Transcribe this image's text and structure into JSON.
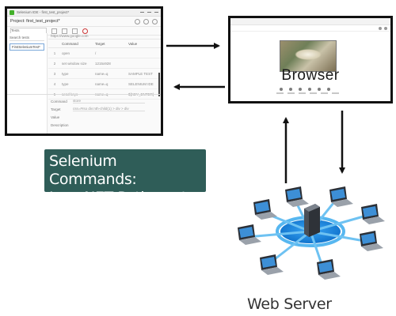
{
  "ide": {
    "window_title": "Selenium IDE - first_test_project*",
    "project_label": "Project: first_test_project*",
    "tests_dropdown": "Tests",
    "search_placeholder": "Search tests",
    "test_item": "FirstSeleniumTest*",
    "url": "https://www.google.com",
    "columns": [
      "Command",
      "Target",
      "Value"
    ],
    "rows": [
      {
        "n": "1",
        "command": "open",
        "target": "/",
        "value": ""
      },
      {
        "n": "2",
        "command": "set window size",
        "target": "1215x928",
        "value": ""
      },
      {
        "n": "3",
        "command": "type",
        "target": "name=q",
        "value": "SAMPLE TEST"
      },
      {
        "n": "4",
        "command": "type",
        "target": "name=q",
        "value": "SELENIUM IDE"
      },
      {
        "n": "5",
        "command": "send keys",
        "target": "name=q",
        "value": "${KEY_ENTER}"
      }
    ],
    "form": {
      "command_label": "Command",
      "command_value": "store",
      "target_label": "Target",
      "target_value": "css=#rso div:nth-child(1) > div > div",
      "value_label": "Value",
      "description_label": "Description"
    }
  },
  "browser": {
    "label": "Browser"
  },
  "commands_box": {
    "line1": "Selenium Commands:",
    "line2": "Java,NET,Python,etc."
  },
  "server": {
    "label": "Web Server",
    "client_count": 8
  },
  "colors": {
    "commands_bg": "#2f5d58",
    "hub_blue": "#1f8fe6",
    "hub_ring": "#57b7f0"
  }
}
